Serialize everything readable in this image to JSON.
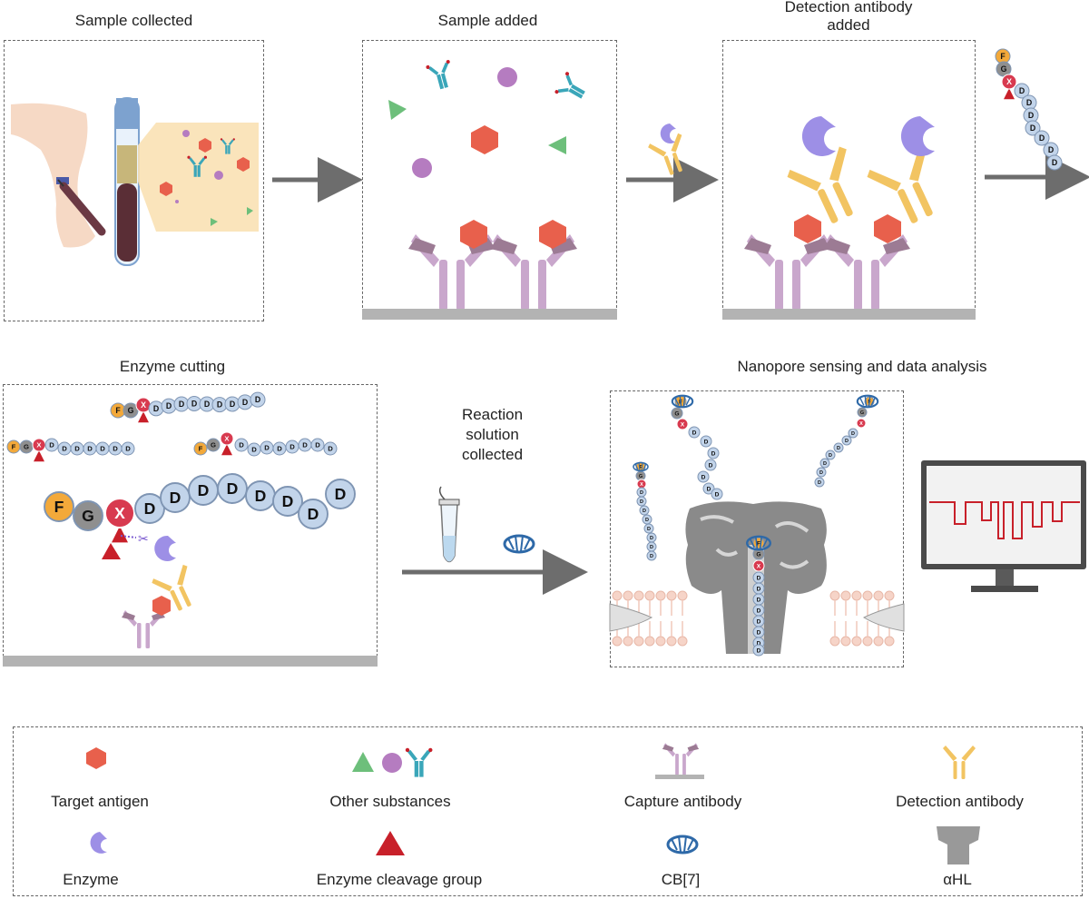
{
  "steps": {
    "sample_collected": "Sample collected",
    "sample_added": "Sample added",
    "detection_added_l1": "Detection antibody",
    "detection_added_l2": "added",
    "enzyme_cutting": "Enzyme cutting",
    "reaction_l1": "Reaction",
    "reaction_l2": "solution",
    "reaction_l3": "collected",
    "nanopore": "Nanopore sensing and data analysis"
  },
  "legend": {
    "target_antigen": "Target antigen",
    "other_substances": "Other substances",
    "capture_antibody": "Capture antibody",
    "detection_antibody": "Detection antibody",
    "enzyme": "Enzyme",
    "cleavage_group": "Enzyme cleavage group",
    "cb7": "CB[7]",
    "ahl": "αHL"
  },
  "peptide": {
    "f": "F",
    "g": "G",
    "x": "X",
    "d": "D"
  },
  "colors": {
    "antigen": "#e8604c",
    "other_green": "#6dbf7b",
    "other_purple": "#b57cc0",
    "capture": "#c9a7cc",
    "detection": "#f2c462",
    "enzyme": "#9d8fe6",
    "cleavage": "#c8202a",
    "bead": "#c2d4ea",
    "cb7": "#2e69a8",
    "signal": "#c8202a"
  }
}
